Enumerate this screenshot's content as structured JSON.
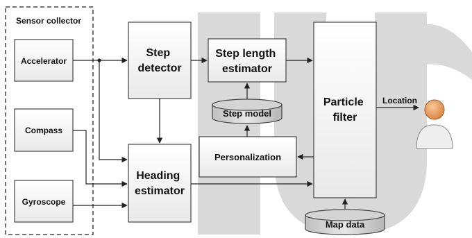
{
  "diagram": {
    "group_label": "Sensor collector",
    "nodes": {
      "accelerator": "Accelerator",
      "compass": "Compass",
      "gyroscope": "Gyroscope",
      "step_detector": [
        "Step",
        "detector"
      ],
      "step_length_estimator": [
        "Step length",
        "estimator"
      ],
      "step_model": "Step model",
      "personalization": "Personalization",
      "heading_estimator": [
        "Heading",
        "estimator"
      ],
      "particle_filter": [
        "Particle",
        "filter"
      ],
      "map_data": "Map data"
    },
    "output_label": "Location",
    "watermark": "IJS"
  }
}
